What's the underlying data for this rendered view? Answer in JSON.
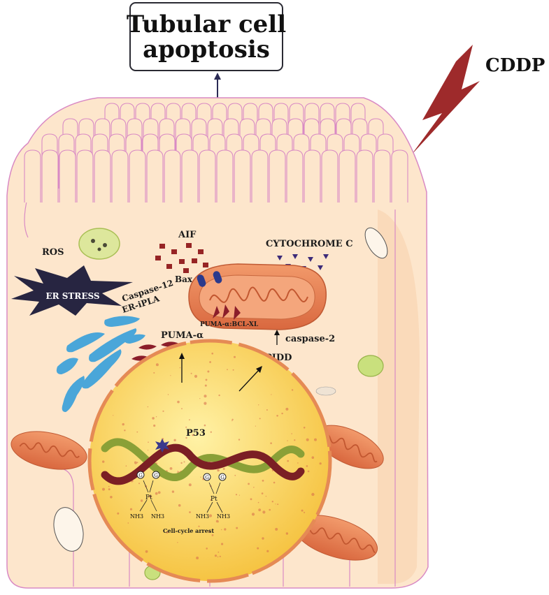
{
  "title": {
    "line1": "Tubular cell",
    "line2": "apoptosis"
  },
  "labels": {
    "cddp": "CDDP",
    "ros": "ROS",
    "aif": "AIF",
    "bax": "Bax",
    "cytochrome_c": "CYTOCHROME C",
    "er_stress": "ER STRESS",
    "caspase12": "Caspase-12",
    "er_ipla": "ER-iPLA",
    "puma_alpha": "PUMA-α",
    "puma_bclxl": "PUMA-α:BCL-XL",
    "caspase2": "caspase-2",
    "pidd": "PIDD",
    "p53": "P53",
    "pt_left": "Pt",
    "pt_right": "Pt",
    "nh3": "NH3",
    "cell_cycle": "Cell-cycle arrest",
    "g": "G"
  },
  "colors": {
    "cell_fill": "#fde6cc",
    "cell_stroke": "#d98ac4",
    "lightning": "#9e2a2b",
    "nucleus": "#f8cf50",
    "nucleus_rim": "#e58a55",
    "mito": "#e8825a",
    "er": "#4aa6d9",
    "er_stress": "#272541",
    "dna_red": "#7b1f24",
    "dna_green": "#8aa037"
  }
}
